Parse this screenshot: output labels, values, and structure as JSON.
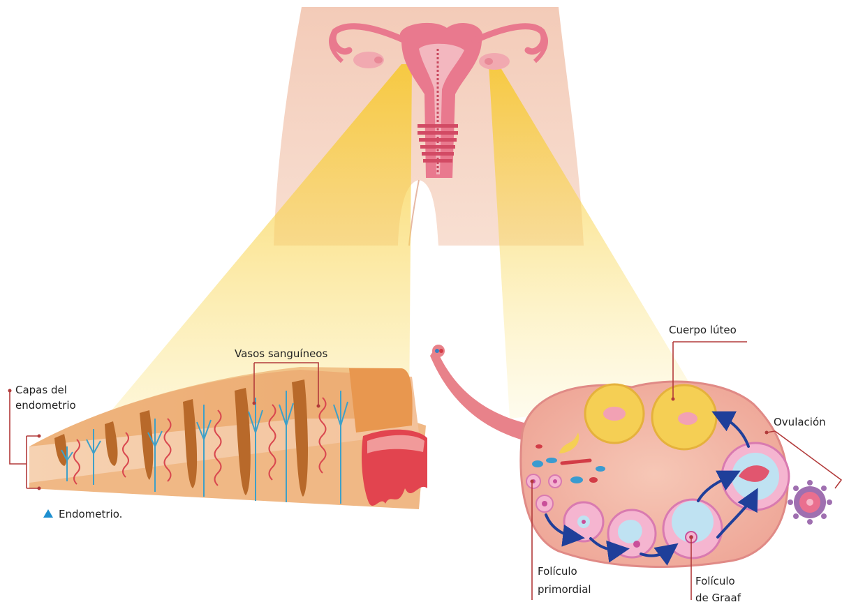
{
  "labels": {
    "capas_del_endometrio": [
      "Capas del",
      "endometrio"
    ],
    "vasos_sanguineos": "Vasos sanguíneos",
    "endometrio_caption": "Endometrio.",
    "cuerpo_luteo": "Cuerpo lúteo",
    "ovulacion": "Ovulación",
    "foliculo_primordial": [
      "Folículo",
      "primordial"
    ],
    "foliculo_de_graaf": [
      "Folículo",
      "de Graaf"
    ]
  },
  "colors": {
    "skin": "#f6d7c8",
    "uterus": "#e9798e",
    "zoom_beam": "#f7d94c",
    "endometrium_tissue": "#f3c7a2",
    "gland": "#b8692a",
    "vessel_red": "#d9484f",
    "vessel_blue": "#3ea0c8",
    "ovary_tissue": "#f2b5a6",
    "corpus_luteum": "#f5cf54",
    "follicle": "#b3dcef",
    "arrow": "#1f3f9a",
    "leader_line": "#b23a3a",
    "triangle_marker": "#1d8fd0"
  }
}
